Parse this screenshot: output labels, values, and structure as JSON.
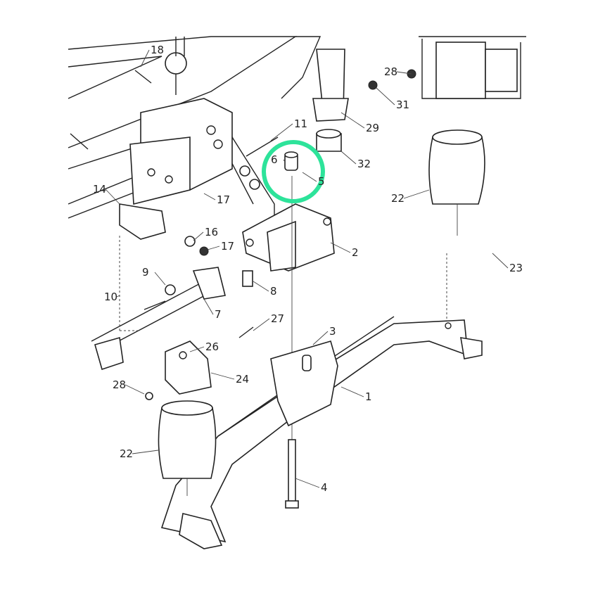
{
  "diagram": {
    "type": "exploded parts diagram - front axle air suspension",
    "highlight_color": "#2de39a",
    "highlighted_part": "6",
    "callouts": [
      "18",
      "28",
      "31",
      "29",
      "11",
      "6",
      "5",
      "32",
      "14",
      "17",
      "22",
      "16",
      "17",
      "2",
      "23",
      "9",
      "10",
      "8",
      "7",
      "27",
      "3",
      "26",
      "24",
      "1",
      "28",
      "22",
      "4"
    ]
  }
}
